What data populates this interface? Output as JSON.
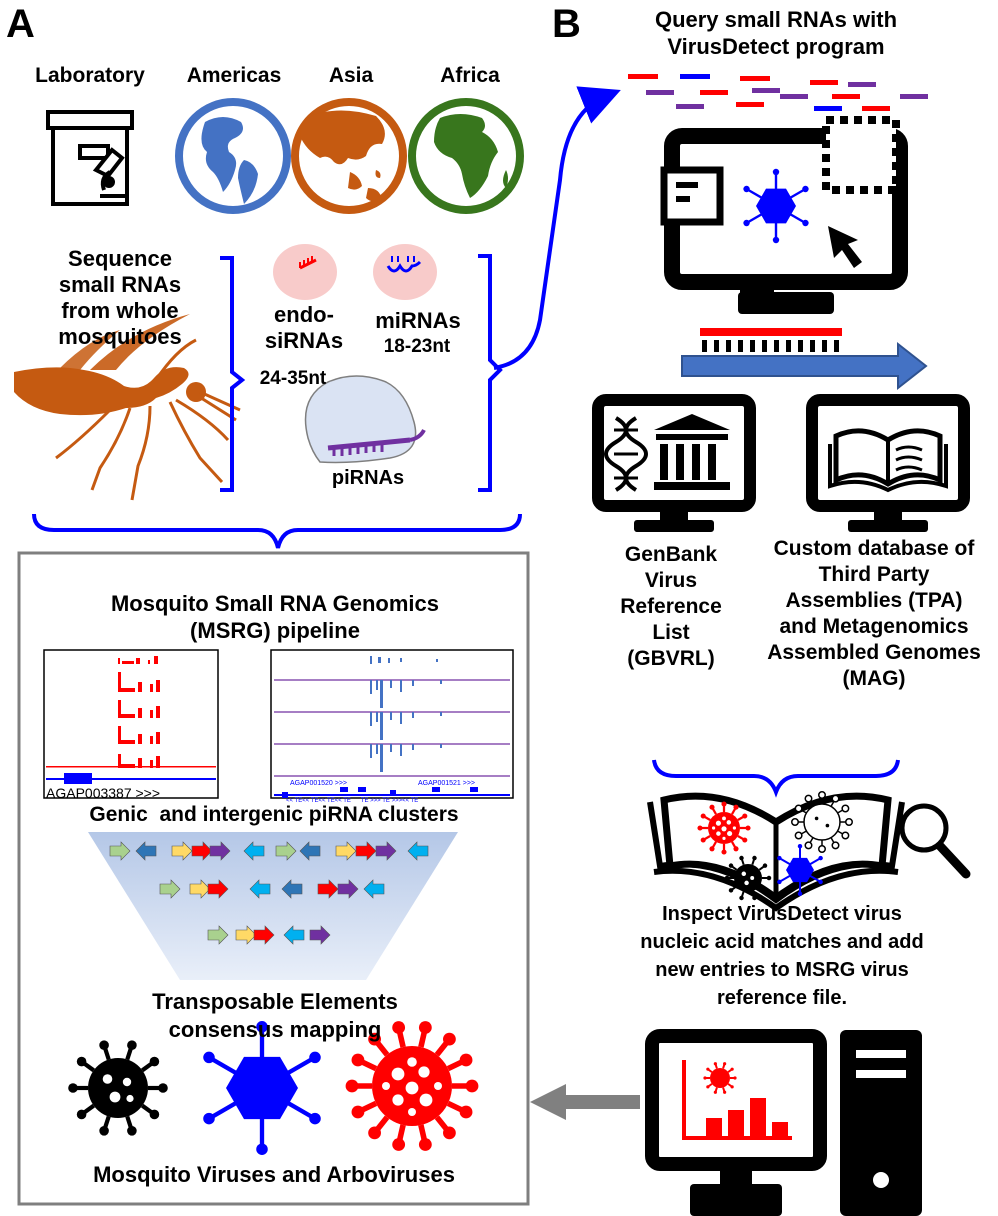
{
  "panel_a": {
    "letter": "A",
    "origins": [
      "Laboratory",
      "Americas",
      "Asia",
      "Africa"
    ],
    "sequence_label": [
      "Sequence",
      "small RNAs",
      "from whole",
      "mosquitoes"
    ],
    "rna_types": {
      "endo_sirnas": [
        "endo-",
        "siRNAs"
      ],
      "mirnas": "miRNAs",
      "mirnas_length": "18-23nt",
      "pirnas_length": "24-35nt",
      "pirnas": "piRNAs"
    },
    "pipeline": {
      "title": [
        "Mosquito Small RNA Genomics",
        "(MSRG) pipeline"
      ],
      "track_left_gene": "AGAP003387 >>>",
      "track_right_genes": [
        "AGAP001520 >>>",
        "AGAP001521 >>>"
      ],
      "track_right_te": "<< TE<< TE<< TE<< TE      TE >>> TE >>><< TE",
      "clusters_label": "Genic  and intergenic piRNA clusters",
      "te_mapping": [
        "Transposable Elements",
        "consensus mapping"
      ],
      "viruses_label": "Mosquito Viruses and Arboviruses"
    }
  },
  "panel_b": {
    "letter": "B",
    "query_title": [
      "Query small RNAs with",
      "VirusDetect program"
    ],
    "genbank_label": [
      "GenBank",
      "Virus",
      "Reference",
      "List",
      "(GBVRL)"
    ],
    "custom_db_label": [
      "Custom database of",
      "Third Party",
      "Assemblies (TPA)",
      "and Metagenomics",
      "Assembled Genomes",
      "(MAG)"
    ],
    "inspect_label": [
      "Inspect VirusDetect virus",
      "nucleic acid matches and add",
      "new entries to MSRG virus",
      "reference file."
    ]
  },
  "colors": {
    "americas": "#4472c4",
    "asia": "#c55a11",
    "africa": "#38761d",
    "mosquito": "#c55a11",
    "brace": "#0000ff",
    "red": "#ff0000",
    "purple": "#7030a0",
    "blue_virus": "#0000ff",
    "gray_arrow": "#808080"
  }
}
